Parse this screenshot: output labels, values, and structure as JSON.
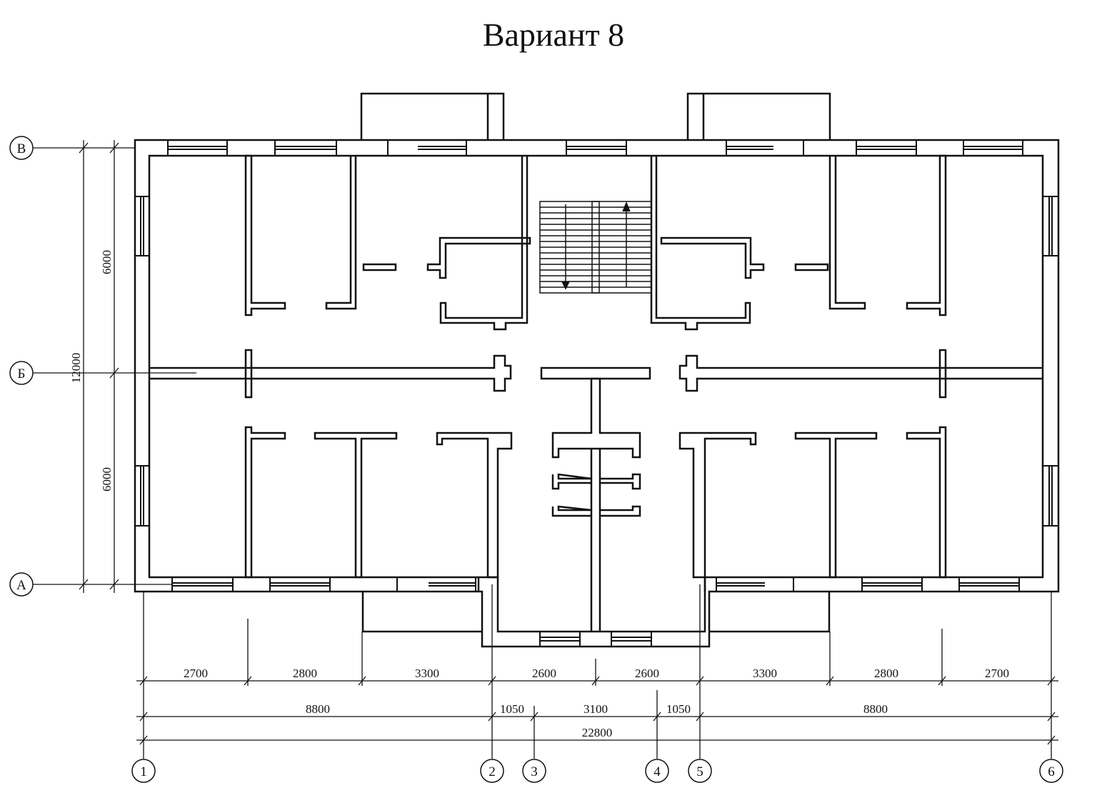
{
  "title": "Вариант 8",
  "axes": {
    "rows": [
      "В",
      "Б",
      "А"
    ],
    "columns": [
      "1",
      "2",
      "3",
      "4",
      "5",
      "6"
    ]
  },
  "dimensions": {
    "vertical": {
      "upper": "6000",
      "lower": "6000",
      "total": "12000"
    },
    "row1": [
      "2700",
      "2800",
      "3300",
      "2600",
      "2600",
      "3300",
      "2800",
      "2700"
    ],
    "row2": [
      "8800",
      "1050",
      "3100",
      "1050",
      "8800"
    ],
    "total": "22800"
  }
}
